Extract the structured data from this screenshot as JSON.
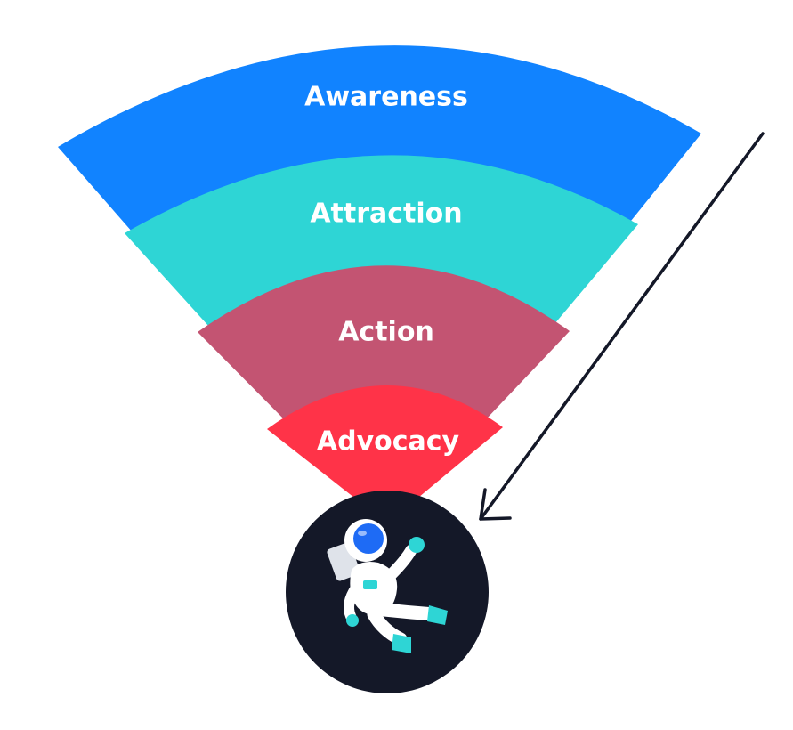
{
  "stages": [
    {
      "label": "Awareness",
      "color": "#1183FF"
    },
    {
      "label": "Attraction",
      "color": "#2ED5D5"
    },
    {
      "label": "Action",
      "color": "#C35472"
    },
    {
      "label": "Advocacy",
      "color": "#FF3348"
    }
  ],
  "colors": {
    "circle": "#141828",
    "arrow": "#141828",
    "helmet_visor": "#1E6BF5",
    "suit": "#FFFFFF",
    "suit_accent": "#2ED5D5"
  },
  "icons": {
    "center": "astronaut-icon",
    "pointer": "arrow-icon"
  }
}
